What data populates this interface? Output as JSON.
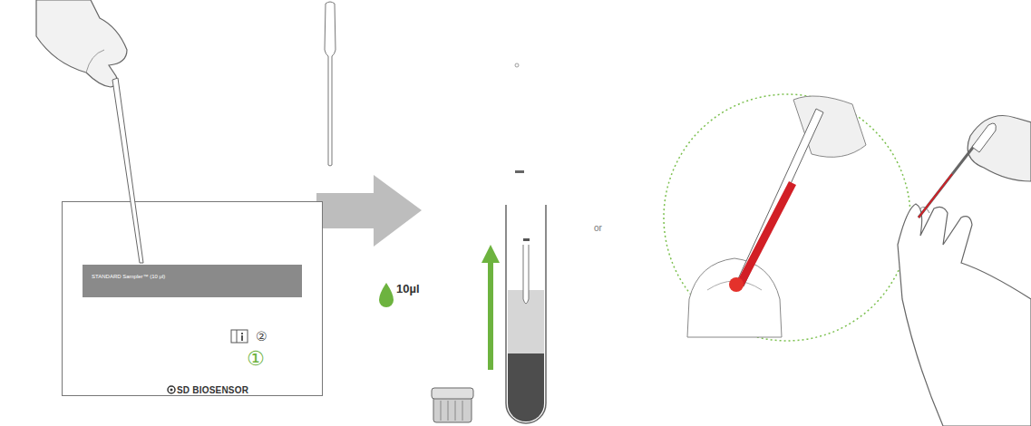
{
  "diagram": {
    "nodes": [
      {
        "text": [
          "②",
          "①",
          "SD BIOSENSOR"
        ]
      },
      {
        "text": [
          "STANDARD Sampler™ (10 μl)"
        ],
        "in": 0
      }
    ],
    "labels": [
      "10µl",
      "or"
    ]
  }
}
